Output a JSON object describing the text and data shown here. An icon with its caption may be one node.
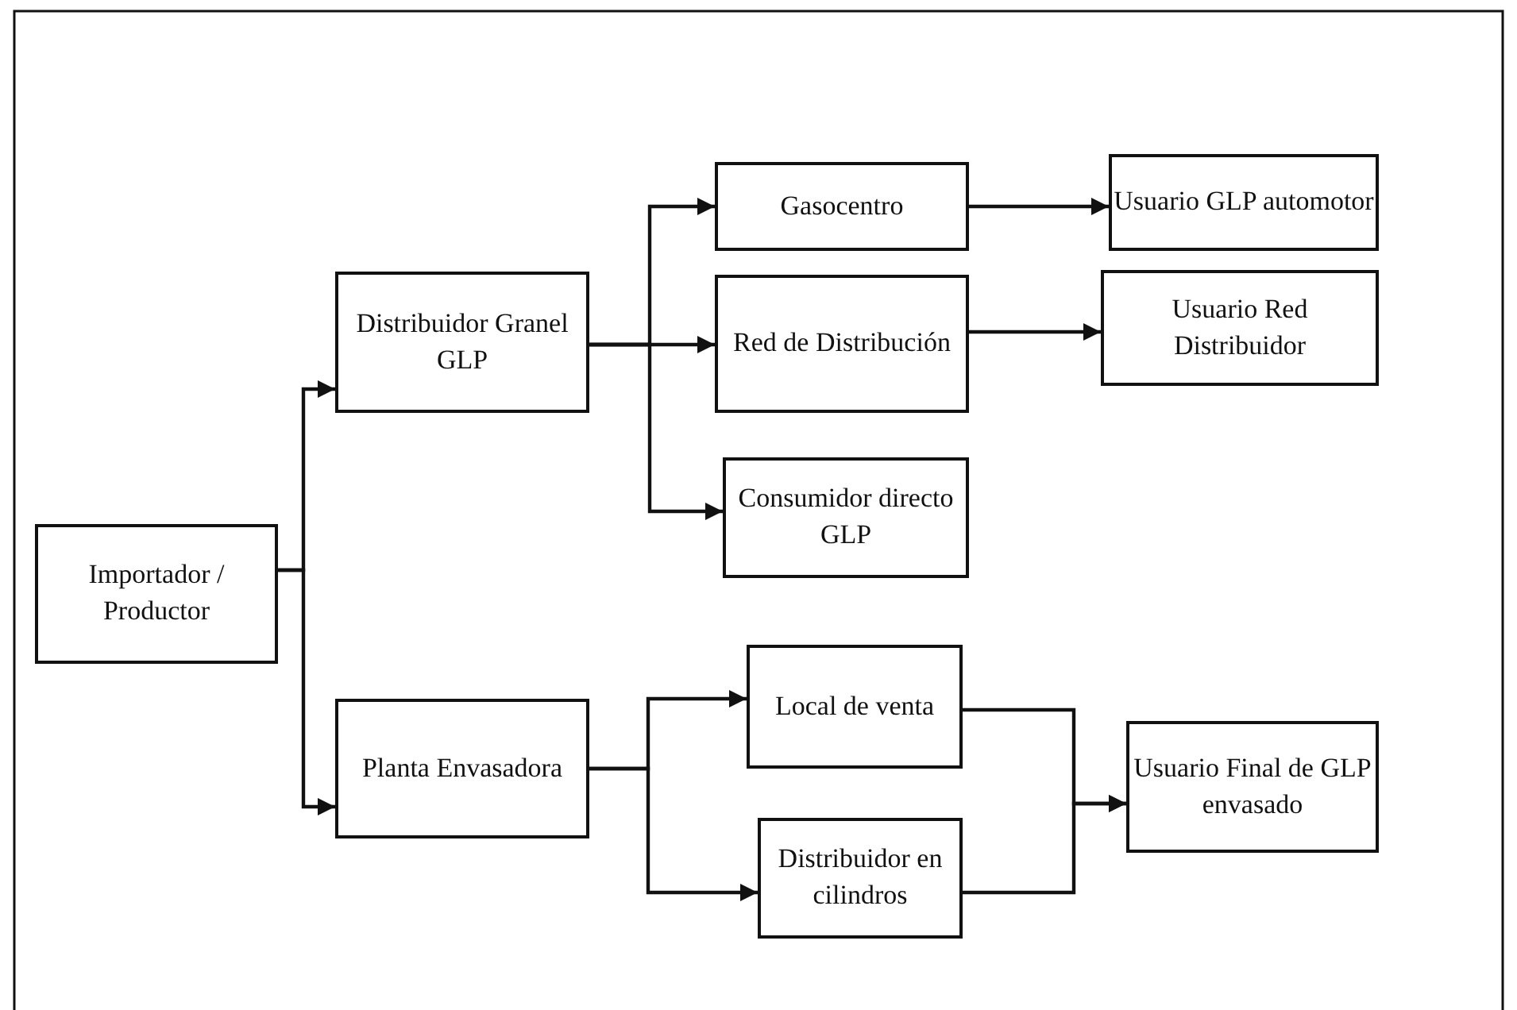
{
  "diagram": {
    "nodes": [
      {
        "text": [
          "Importador / Productor"
        ]
      },
      {
        "text": [
          "Distribuidor Granel GLP"
        ]
      },
      {
        "text": [
          "Planta Envasadora"
        ]
      },
      {
        "text": [
          "Gasocentro"
        ]
      },
      {
        "text": [
          "Red de Distribución"
        ]
      },
      {
        "text": [
          "Consumidor directo GLP"
        ]
      },
      {
        "text": [
          "Local de venta"
        ]
      },
      {
        "text": [
          "Distribuidor en cilindros"
        ]
      },
      {
        "text": [
          "Usuario GLP automotor"
        ]
      },
      {
        "text": [
          "Usuario Red Distribuidor"
        ]
      },
      {
        "text": [
          "Usuario Final de GLP envasado"
        ]
      }
    ],
    "edges": [
      {
        "from": 0,
        "to": 1,
        "arrow": "to"
      },
      {
        "from": 0,
        "to": 2,
        "arrow": "to"
      },
      {
        "from": 1,
        "to": 3,
        "arrow": "to"
      },
      {
        "from": 1,
        "to": 4,
        "arrow": "to"
      },
      {
        "from": 1,
        "to": 5,
        "arrow": "to"
      },
      {
        "from": 3,
        "to": 8,
        "arrow": "to"
      },
      {
        "from": 4,
        "to": 9,
        "arrow": "to"
      },
      {
        "from": 2,
        "to": 6,
        "arrow": "to"
      },
      {
        "from": 2,
        "to": 7,
        "arrow": "to"
      },
      {
        "from": 6,
        "to": 10,
        "arrow": "to"
      },
      {
        "from": 7,
        "to": 10,
        "arrow": "to"
      }
    ]
  }
}
